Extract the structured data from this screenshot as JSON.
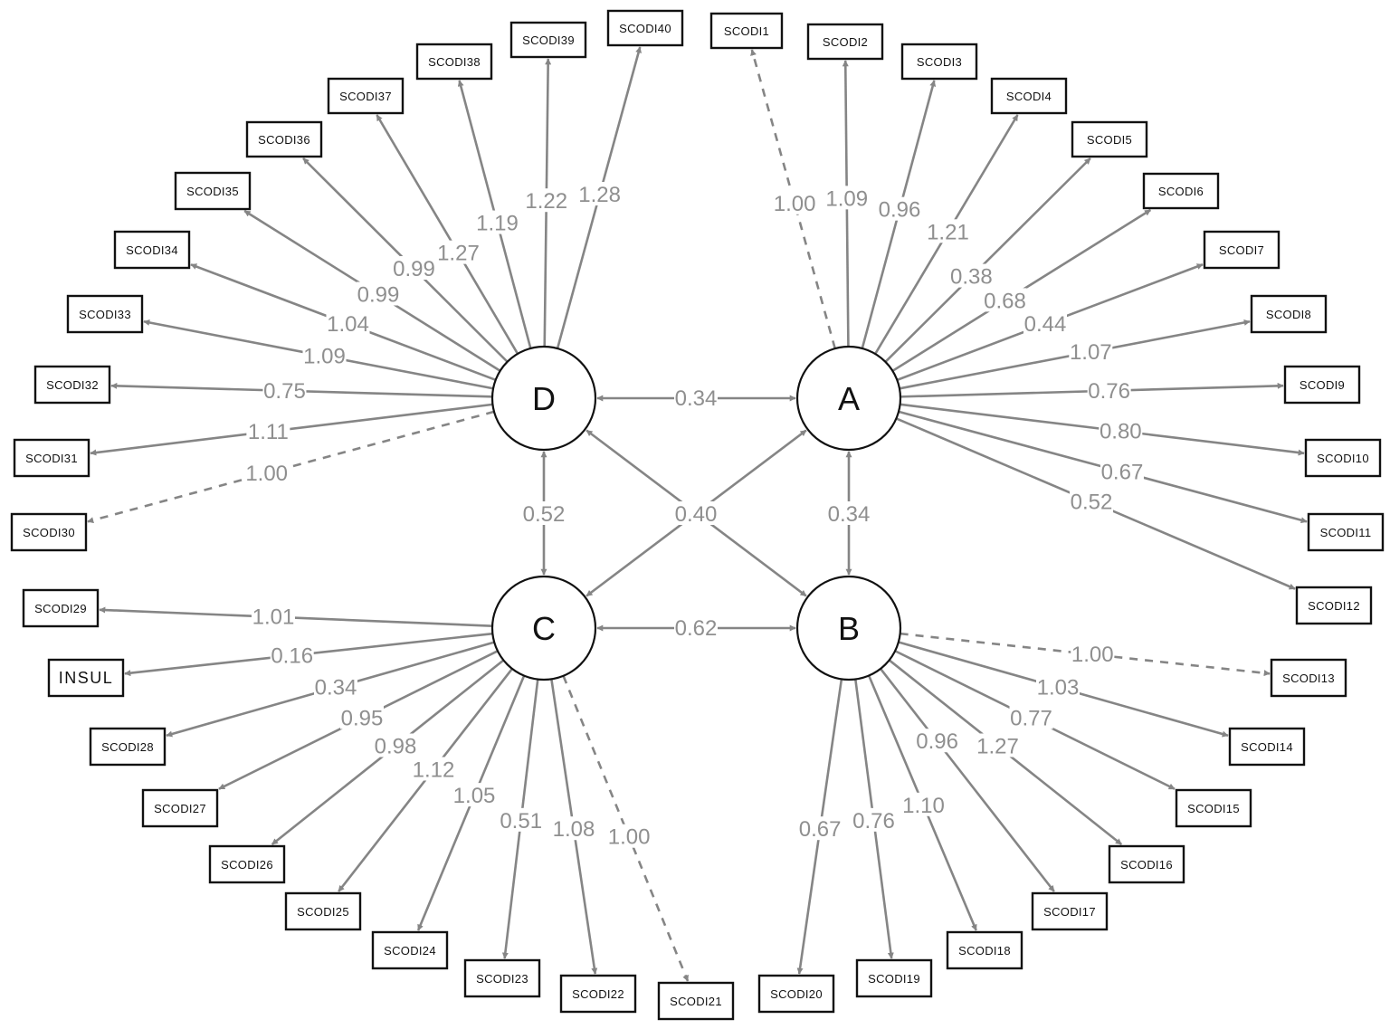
{
  "latents": {
    "A": {
      "label": "A"
    },
    "B": {
      "label": "B"
    },
    "C": {
      "label": "C"
    },
    "D": {
      "label": "D"
    }
  },
  "indicators": {
    "SCODI1": "SCODI1",
    "SCODI2": "SCODI2",
    "SCODI3": "SCODI3",
    "SCODI4": "SCODI4",
    "SCODI5": "SCODI5",
    "SCODI6": "SCODI6",
    "SCODI7": "SCODI7",
    "SCODI8": "SCODI8",
    "SCODI9": "SCODI9",
    "SCODI10": "SCODI10",
    "SCODI11": "SCODI11",
    "SCODI12": "SCODI12",
    "SCODI13": "SCODI13",
    "SCODI14": "SCODI14",
    "SCODI15": "SCODI15",
    "SCODI16": "SCODI16",
    "SCODI17": "SCODI17",
    "SCODI18": "SCODI18",
    "SCODI19": "SCODI19",
    "SCODI20": "SCODI20",
    "SCODI21": "SCODI21",
    "SCODI22": "SCODI22",
    "SCODI23": "SCODI23",
    "SCODI24": "SCODI24",
    "SCODI25": "SCODI25",
    "SCODI26": "SCODI26",
    "SCODI27": "SCODI27",
    "SCODI28": "SCODI28",
    "INSUL": "INSUL",
    "SCODI29": "SCODI29",
    "SCODI30": "SCODI30",
    "SCODI31": "SCODI31",
    "SCODI32": "SCODI32",
    "SCODI33": "SCODI33",
    "SCODI34": "SCODI34",
    "SCODI35": "SCODI35",
    "SCODI36": "SCODI36",
    "SCODI37": "SCODI37",
    "SCODI38": "SCODI38",
    "SCODI39": "SCODI39",
    "SCODI40": "SCODI40"
  },
  "loadings": [
    {
      "from": "A",
      "to": "SCODI1",
      "value": "1.00",
      "fixed": true
    },
    {
      "from": "A",
      "to": "SCODI2",
      "value": "1.09",
      "fixed": false
    },
    {
      "from": "A",
      "to": "SCODI3",
      "value": "0.96",
      "fixed": false
    },
    {
      "from": "A",
      "to": "SCODI4",
      "value": "1.21",
      "fixed": false
    },
    {
      "from": "A",
      "to": "SCODI5",
      "value": "0.38",
      "fixed": false
    },
    {
      "from": "A",
      "to": "SCODI6",
      "value": "0.68",
      "fixed": false
    },
    {
      "from": "A",
      "to": "SCODI7",
      "value": "0.44",
      "fixed": false
    },
    {
      "from": "A",
      "to": "SCODI8",
      "value": "1.07",
      "fixed": false
    },
    {
      "from": "A",
      "to": "SCODI9",
      "value": "0.76",
      "fixed": false
    },
    {
      "from": "A",
      "to": "SCODI10",
      "value": "0.80",
      "fixed": false
    },
    {
      "from": "A",
      "to": "SCODI11",
      "value": "0.67",
      "fixed": false
    },
    {
      "from": "A",
      "to": "SCODI12",
      "value": "0.52",
      "fixed": false
    },
    {
      "from": "B",
      "to": "SCODI13",
      "value": "1.00",
      "fixed": true
    },
    {
      "from": "B",
      "to": "SCODI14",
      "value": "1.03",
      "fixed": false
    },
    {
      "from": "B",
      "to": "SCODI15",
      "value": "0.77",
      "fixed": false
    },
    {
      "from": "B",
      "to": "SCODI16",
      "value": "1.27",
      "fixed": false
    },
    {
      "from": "B",
      "to": "SCODI17",
      "value": "0.96",
      "fixed": false
    },
    {
      "from": "B",
      "to": "SCODI18",
      "value": "1.10",
      "fixed": false
    },
    {
      "from": "B",
      "to": "SCODI19",
      "value": "0.76",
      "fixed": false
    },
    {
      "from": "B",
      "to": "SCODI20",
      "value": "0.67",
      "fixed": false
    },
    {
      "from": "C",
      "to": "SCODI21",
      "value": "1.00",
      "fixed": true
    },
    {
      "from": "C",
      "to": "SCODI22",
      "value": "1.08",
      "fixed": false
    },
    {
      "from": "C",
      "to": "SCODI23",
      "value": "0.51",
      "fixed": false
    },
    {
      "from": "C",
      "to": "SCODI24",
      "value": "1.05",
      "fixed": false
    },
    {
      "from": "C",
      "to": "SCODI25",
      "value": "1.12",
      "fixed": false
    },
    {
      "from": "C",
      "to": "SCODI26",
      "value": "0.98",
      "fixed": false
    },
    {
      "from": "C",
      "to": "SCODI27",
      "value": "0.95",
      "fixed": false
    },
    {
      "from": "C",
      "to": "SCODI28",
      "value": "0.34",
      "fixed": false
    },
    {
      "from": "C",
      "to": "INSUL",
      "value": "0.16",
      "fixed": false
    },
    {
      "from": "C",
      "to": "SCODI29",
      "value": "1.01",
      "fixed": false
    },
    {
      "from": "D",
      "to": "SCODI30",
      "value": "1.00",
      "fixed": true
    },
    {
      "from": "D",
      "to": "SCODI31",
      "value": "1.11",
      "fixed": false
    },
    {
      "from": "D",
      "to": "SCODI32",
      "value": "0.75",
      "fixed": false
    },
    {
      "from": "D",
      "to": "SCODI33",
      "value": "1.09",
      "fixed": false
    },
    {
      "from": "D",
      "to": "SCODI34",
      "value": "1.04",
      "fixed": false
    },
    {
      "from": "D",
      "to": "SCODI35",
      "value": "0.99",
      "fixed": false
    },
    {
      "from": "D",
      "to": "SCODI36",
      "value": "0.99",
      "fixed": false
    },
    {
      "from": "D",
      "to": "SCODI37",
      "value": "1.27",
      "fixed": false
    },
    {
      "from": "D",
      "to": "SCODI38",
      "value": "1.19",
      "fixed": false
    },
    {
      "from": "D",
      "to": "SCODI39",
      "value": "1.22",
      "fixed": false
    },
    {
      "from": "D",
      "to": "SCODI40",
      "value": "1.28",
      "fixed": false
    }
  ],
  "covariances": [
    {
      "a": "D",
      "b": "A",
      "value": "0.34"
    },
    {
      "a": "A",
      "b": "B",
      "value": "0.34"
    },
    {
      "a": "D",
      "b": "C",
      "value": "0.52"
    },
    {
      "a": "C",
      "b": "B",
      "value": "0.62"
    },
    {
      "a": "D",
      "b": "B",
      "value": "0.40"
    },
    {
      "a": "C",
      "b": "A",
      "value": "0.40"
    }
  ],
  "colors": {
    "edge": "#858585",
    "edge_label": "#8f8f8f",
    "node_stroke": "#111111",
    "background": "#ffffff"
  }
}
